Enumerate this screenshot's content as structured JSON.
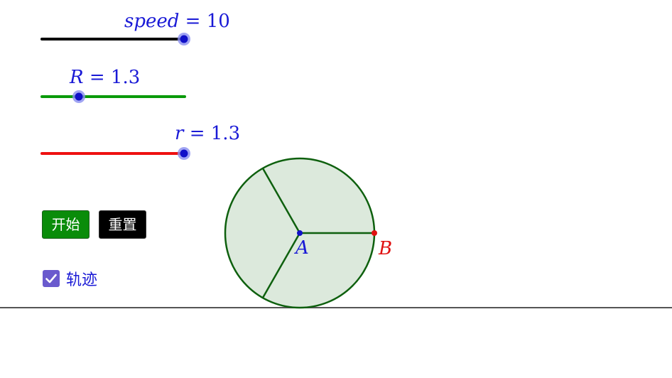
{
  "sliders": [
    {
      "name": "speed",
      "value_label": "10",
      "value": 10,
      "color": "#000000"
    },
    {
      "name": "R",
      "value_label": "1.3",
      "value": 1.3,
      "color": "#0a9a0a"
    },
    {
      "name": "r",
      "value_label": "1.3",
      "value": 1.3,
      "color": "#ee1111"
    }
  ],
  "buttons": {
    "start_label": "开始",
    "reset_label": "重置"
  },
  "trace": {
    "label": "轨迹",
    "checked": true,
    "check_color": "#6a5acd"
  },
  "points": {
    "center_label": "A",
    "center_color": "#1a1ad6",
    "edge_label": "B",
    "edge_color": "#e01010"
  },
  "wheel": {
    "fill": "#dce9dc",
    "stroke": "#0e600e",
    "spokes": 3
  },
  "ground_color": "#555555"
}
